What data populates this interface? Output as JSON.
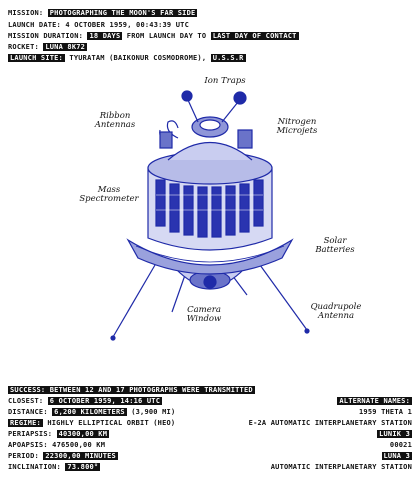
{
  "header": {
    "mission_label": "MISSION:",
    "mission_value": "PHOTOGRAPHING THE MOON'S FAR SIDE",
    "launch_date_label": "LAUNCH DATE:",
    "launch_date_value": "4 OCTOBER 1959, 00:43:39 UTC",
    "duration_label": "MISSION DURATION:",
    "duration_value": "18 DAYS",
    "duration_suffix": "FROM LAUNCH DAY TO",
    "duration_end": "LAST DAY OF CONTACT",
    "rocket_label": "ROCKET:",
    "rocket_value": "LUNA 8K72",
    "site_label": "LAUNCH SITE:",
    "site_value": "TYURATAM (BAIKONUR COSMODROME),",
    "site_country": "U.S.S.R"
  },
  "callouts": {
    "ion_traps": "Ion Traps",
    "ribbon_1": "Ribbon",
    "ribbon_2": "Antennas",
    "nitrogen_1": "Nitrogen",
    "nitrogen_2": "Microjets",
    "mass_1": "Mass",
    "mass_2": "Spectrometer",
    "solar_1": "Solar",
    "solar_2": "Batteries",
    "quad_1": "Quadrupole",
    "quad_2": "Antenna",
    "camera_1": "Camera",
    "camera_2": "Window"
  },
  "footer": {
    "success_text": "SUCCESS: BETWEEN 12 AND 17 PHOTOGRAPHS WERE TRANSMITTED",
    "closest_label": "CLOSEST:",
    "closest_value": "6 OCTOBER 1959, 14:16 UTC",
    "distance_label": "DISTANCE:",
    "distance_value": "6,200 KILOMETERS",
    "distance_miles": "(3,900 MI)",
    "regime_label": "REGIME:",
    "regime_value": "HIGHLY ELLIPTICAL ORBIT (HEO)",
    "periapsis_label": "PERIAPSIS:",
    "periapsis_value": "40300,00 KM",
    "apoapsis_label": "APOAPSIS:",
    "apoapsis_value": "476500,00 KM",
    "period_label": "PERIOD:",
    "period_value": "22300,00 MINUTES",
    "inclination_label": "INCLINATION:",
    "inclination_value": "73.800°"
  },
  "alternate": {
    "title": "ALTERNATE NAMES:",
    "names": [
      "1959 THETA 1",
      "E-2A AUTOMATIC INTERPLANETARY STATION",
      "LUNIK 3",
      "00021",
      "LUNA 3",
      "AUTOMATIC INTERPLANETARY STATION"
    ]
  },
  "colors": {
    "ink": "#1f2aa8",
    "text": "#111111",
    "highlight_bg": "#111111"
  }
}
